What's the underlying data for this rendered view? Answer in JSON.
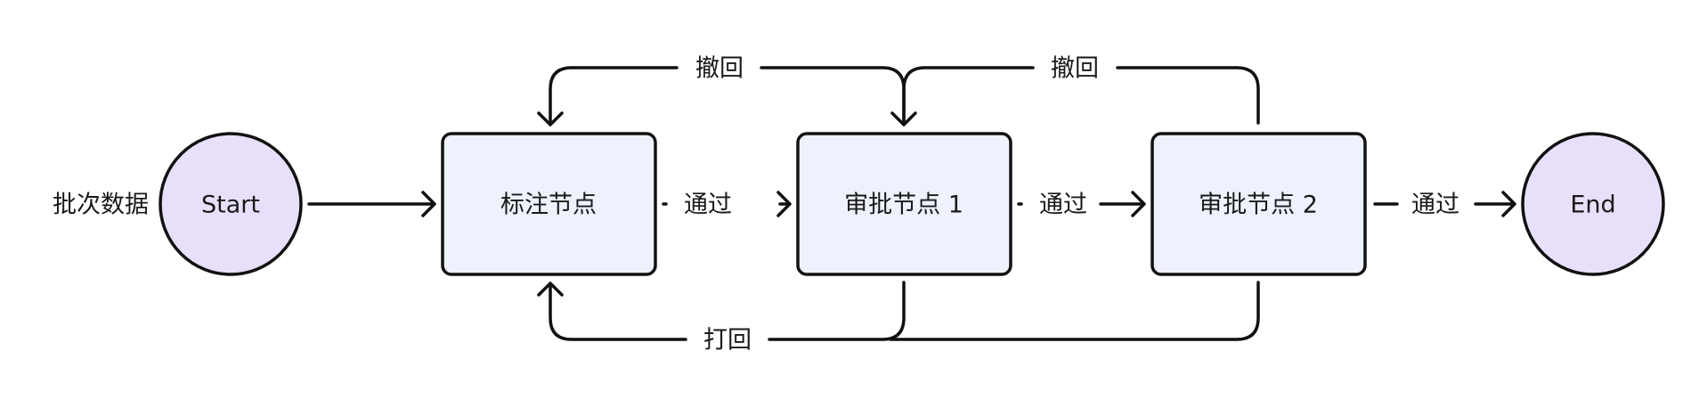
{
  "colors": {
    "stroke": "#111111",
    "terminal_fill": "#e8e0fb",
    "process_fill": "#eef2fd",
    "text": "#1a1a1a"
  },
  "nodes": {
    "start": "Start",
    "annotate": "标注节点",
    "approve1": "审批节点 1",
    "approve2": "审批节点 2",
    "end": "End"
  },
  "input_label": "批次数据",
  "edges": {
    "pass_1": "通过",
    "pass_2": "通过",
    "pass_3": "通过",
    "withdraw_1": "撤回",
    "withdraw_2": "撤回",
    "reject": "打回"
  }
}
